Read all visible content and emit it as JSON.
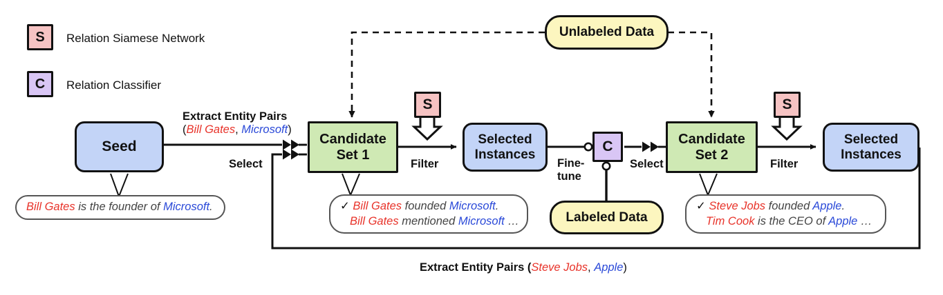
{
  "figure": {
    "bottom_caption_prefix": "Extract Entity Pairs (",
    "bottom_caption_e1": "Steve Jobs",
    "bottom_caption_sep": ", ",
    "bottom_caption_e2": "Apple",
    "bottom_caption_suffix": ")"
  },
  "legend": {
    "items": [
      {
        "key": "S",
        "label": "Relation Siamese Network",
        "color": "#f6c3c3"
      },
      {
        "key": "C",
        "label": "Relation Classifier",
        "color": "#d9c6f5"
      }
    ]
  },
  "nodes": {
    "seed": {
      "label": "Seed",
      "color": "#c3d4f7"
    },
    "unlabeled_data": {
      "label": "Unlabeled Data",
      "color": "#fcf6bf"
    },
    "labeled_data": {
      "label": "Labeled Data",
      "color": "#fcf6bf"
    },
    "candidate_set_1": {
      "label_line1": "Candidate",
      "label_line2": "Set 1",
      "color": "#cfe9b4"
    },
    "candidate_set_2": {
      "label_line1": "Candidate",
      "label_line2": "Set 2",
      "color": "#cfe9b4"
    },
    "selected_instances_1": {
      "label_line1": "Selected",
      "label_line2": "Instances",
      "color": "#c3d4f7"
    },
    "selected_instances_2": {
      "label_line1": "Selected",
      "label_line2": "Instances",
      "color": "#c3d4f7"
    },
    "siamese_1": {
      "label": "S",
      "color": "#f6c3c3"
    },
    "siamese_2": {
      "label": "S",
      "color": "#f6c3c3"
    },
    "classifier": {
      "label": "C",
      "color": "#d9c6f5"
    }
  },
  "edge_labels": {
    "extract_entity_pairs_title": "Extract Entity Pairs",
    "extract_entity_pairs_open": "(",
    "extract_entity_pairs_e1": "Bill Gates",
    "extract_entity_pairs_sep": ", ",
    "extract_entity_pairs_e2": "Microsoft",
    "extract_entity_pairs_close": ")",
    "select_1": "Select",
    "select_2": "Select",
    "filter_1": "Filter",
    "filter_2": "Filter",
    "finetune_line1": "Fine-",
    "finetune_line2": "tune"
  },
  "callouts": {
    "seed": {
      "lines": [
        {
          "check": "",
          "e1": "Bill Gates",
          "mid": " is the founder of ",
          "e2": "Microsoft",
          "tail": "."
        }
      ]
    },
    "candidate_set_1": {
      "lines": [
        {
          "check": "✓ ",
          "e1": "Bill Gates",
          "mid": " founded ",
          "e2": "Microsoft",
          "tail": "."
        },
        {
          "check": "",
          "e1": "Bill Gates",
          "mid": " mentioned ",
          "e2": "Microsoft",
          "tail": " …"
        }
      ]
    },
    "candidate_set_2": {
      "lines": [
        {
          "check": "✓ ",
          "e1": "Steve Jobs",
          "mid": " founded ",
          "e2": "Apple",
          "tail": "."
        },
        {
          "check": "",
          "e1": "Tim Cook",
          "mid": " is the CEO of ",
          "e2": "Apple",
          "tail": " …"
        }
      ]
    }
  },
  "colors": {
    "entity1": "#e8332a",
    "entity2": "#2a49d8",
    "stroke": "#111111",
    "callout_border": "#555555"
  }
}
